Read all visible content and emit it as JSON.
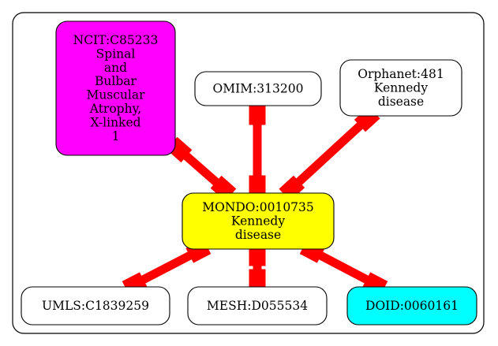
{
  "graph": {
    "nodes": [
      {
        "id": "ncit",
        "lines": [
          "NCIT:C85233",
          "Spinal",
          "and",
          "Bulbar",
          "Muscular",
          "Atrophy,",
          "X-linked",
          "1"
        ],
        "fill": "#ff00ff"
      },
      {
        "id": "omim",
        "lines": [
          "OMIM:313200"
        ],
        "fill": "#ffffff"
      },
      {
        "id": "orphanet",
        "lines": [
          "Orphanet:481",
          "Kennedy",
          "disease"
        ],
        "fill": "#ffffff"
      },
      {
        "id": "mondo",
        "lines": [
          "MONDO:0010735",
          "Kennedy",
          "disease"
        ],
        "fill": "#ffff00"
      },
      {
        "id": "umls",
        "lines": [
          "UMLS:C1839259"
        ],
        "fill": "#ffffff"
      },
      {
        "id": "mesh",
        "lines": [
          "MESH:D055534"
        ],
        "fill": "#ffffff"
      },
      {
        "id": "doid",
        "lines": [
          "DOID:0060161"
        ],
        "fill": "#00ffff"
      }
    ],
    "edges": [
      {
        "from": "ncit",
        "to": "mondo"
      },
      {
        "from": "omim",
        "to": "mondo"
      },
      {
        "from": "orphanet",
        "to": "mondo"
      },
      {
        "from": "mondo",
        "to": "umls"
      },
      {
        "from": "mondo",
        "to": "mesh"
      },
      {
        "from": "mondo",
        "to": "doid"
      }
    ],
    "edge_color": "#ff0000"
  }
}
